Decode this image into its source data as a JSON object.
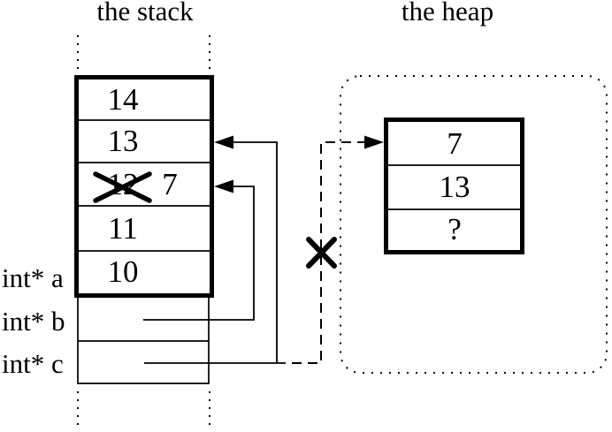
{
  "titles": {
    "stack": "the stack",
    "heap": "the heap"
  },
  "stack": {
    "cells": [
      {
        "value": "14"
      },
      {
        "value": "13"
      },
      {
        "value": "12",
        "crossed_out": true,
        "new_value": "7"
      },
      {
        "value": "11"
      },
      {
        "value": "10"
      }
    ],
    "pointer_labels": [
      {
        "label": "int* a"
      },
      {
        "label": "int* b"
      },
      {
        "label": "int* c"
      }
    ]
  },
  "heap": {
    "cells": [
      {
        "value": "7"
      },
      {
        "value": "13"
      },
      {
        "value": "?"
      }
    ]
  },
  "colors": {
    "ink": "#000000",
    "background": "#ffffff"
  }
}
